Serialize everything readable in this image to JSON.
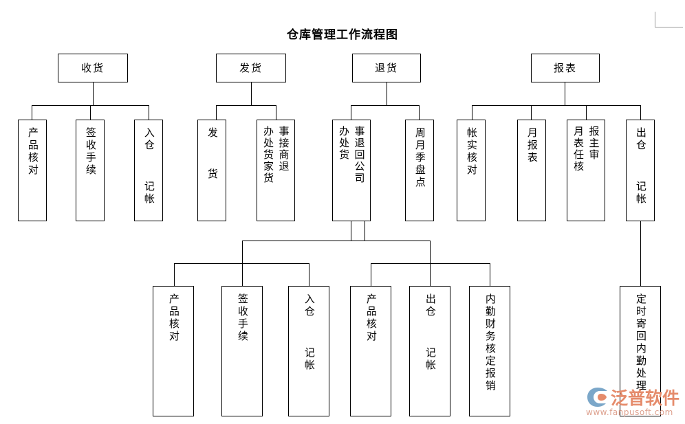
{
  "document": {
    "title": "仓库管理工作流程图"
  },
  "watermark": {
    "brand": "泛普软件",
    "url": "www.fanpusoft.com"
  },
  "colors": {
    "line": "#000000",
    "background": "#ffffff",
    "watermark_brand": "#e58b6b",
    "watermark_url": "#dda08d",
    "corner_mark": "#9a9a9a"
  },
  "chart_data": {
    "type": "diagram",
    "title": "仓库管理工作流程图",
    "orientation": "top-down tree, vertical CJK labels",
    "roots": [
      {
        "id": "receiving",
        "label": "收货",
        "children": [
          {
            "id": "recv-check",
            "label": "产品核对"
          },
          {
            "id": "recv-sign",
            "label": "签收手续"
          },
          {
            "id": "recv-in",
            "label": "入仓  记帐"
          }
        ]
      },
      {
        "id": "shipping",
        "label": "发货",
        "children": [
          {
            "id": "ship-out",
            "label": "发  货"
          },
          {
            "id": "ship-return",
            "label_col_right": "事接商退",
            "label_col_left": "办处货家货",
            "children": [
              {
                "id": "ret-check",
                "label": "产品核对"
              },
              {
                "id": "ret-sign",
                "label": "签收手续"
              },
              {
                "id": "ret-in",
                "label": "入仓  记帐"
              }
            ]
          }
        ]
      },
      {
        "id": "returns",
        "label": "退货",
        "children": [
          {
            "id": "ret-company",
            "label_col_right": "事退回公司",
            "label_col_left": "办处货",
            "children": [
              {
                "id": "rc-check",
                "label": "产品核对"
              },
              {
                "id": "rc-out",
                "label": "出仓  记帐"
              },
              {
                "id": "rc-finance",
                "label": "内勤财务核定报销"
              }
            ]
          },
          {
            "id": "inventory",
            "label": "周月季盘点"
          }
        ]
      },
      {
        "id": "reports",
        "label": "报表",
        "children": [
          {
            "id": "rep-reconcile",
            "label": "帐实核对"
          },
          {
            "id": "rep-monthly",
            "label": "月报表"
          },
          {
            "id": "rep-approve",
            "label_col_right": "报主审",
            "label_col_left": "月表任核"
          },
          {
            "id": "rep-out",
            "label": "出仓  记帐",
            "children": [
              {
                "id": "rep-mail",
                "label": "定时寄回内勤处理"
              }
            ]
          }
        ]
      }
    ]
  },
  "nodes": {
    "receiving": "收货",
    "shipping": "发货",
    "returns": "退货",
    "reports": "报表",
    "recv_check": "产品核对",
    "recv_sign": "签收手续",
    "recv_in": "入仓  记帐",
    "ship_out": "发  货",
    "ship_return_r": "事接商退",
    "ship_return_l": "办处货家货",
    "ret_company_r": "事退回公司",
    "ret_company_l": "办处货",
    "inventory": "周月季盘点",
    "rep_reconcile": "帐实核对",
    "rep_monthly": "月报表",
    "rep_approve_r": "报主审",
    "rep_approve_l": "月表任核",
    "rep_out": "出仓  记帐",
    "l2_check": "产品核对",
    "l2_sign": "签收手续",
    "l2_in": "入仓  记帐",
    "l2_rc_check": "产品核对",
    "l2_rc_out": "出仓  记帐",
    "l2_rc_finance": "内勤财务核定报销",
    "rep_mail": "定时寄回内勤处理"
  }
}
